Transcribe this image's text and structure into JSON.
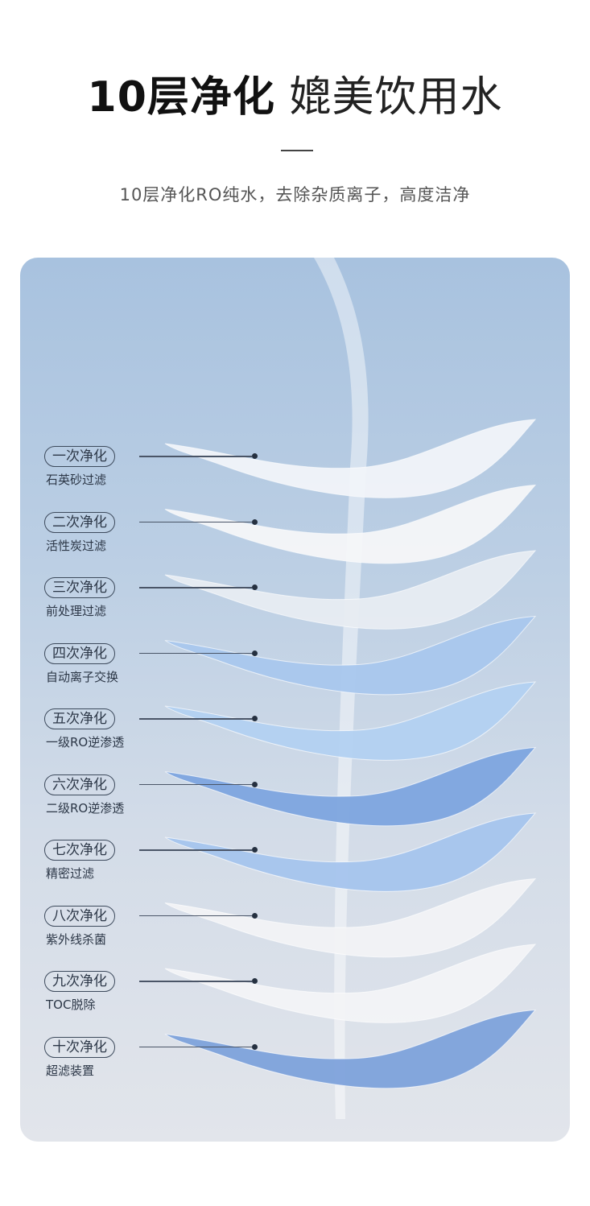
{
  "header": {
    "title_bold": "10层净化",
    "title_regular": "媲美饮用水",
    "subtitle": "10层净化RO纯水，去除杂质离子，高度洁净"
  },
  "layers": [
    {
      "stage": "一次净化",
      "desc": "石英砂过滤",
      "color": "#f2f5fa"
    },
    {
      "stage": "二次净化",
      "desc": "活性炭过滤",
      "color": "#f6f7f9"
    },
    {
      "stage": "三次净化",
      "desc": "前处理过滤",
      "color": "#e8edf3"
    },
    {
      "stage": "四次净化",
      "desc": "自动离子交换",
      "color": "#a9c8ee"
    },
    {
      "stage": "五次净化",
      "desc": "一级RO逆渗透",
      "color": "#b3d1f2"
    },
    {
      "stage": "六次净化",
      "desc": "二级RO逆渗透",
      "color": "#7ea6e0"
    },
    {
      "stage": "七次净化",
      "desc": "精密过滤",
      "color": "#a6c5ee"
    },
    {
      "stage": "八次净化",
      "desc": "紫外线杀菌",
      "color": "#f3f4f6"
    },
    {
      "stage": "九次净化",
      "desc": "TOC脱除",
      "color": "#f4f5f7"
    },
    {
      "stage": "十次净化",
      "desc": "超滤装置",
      "color": "#7fa3dc"
    }
  ]
}
